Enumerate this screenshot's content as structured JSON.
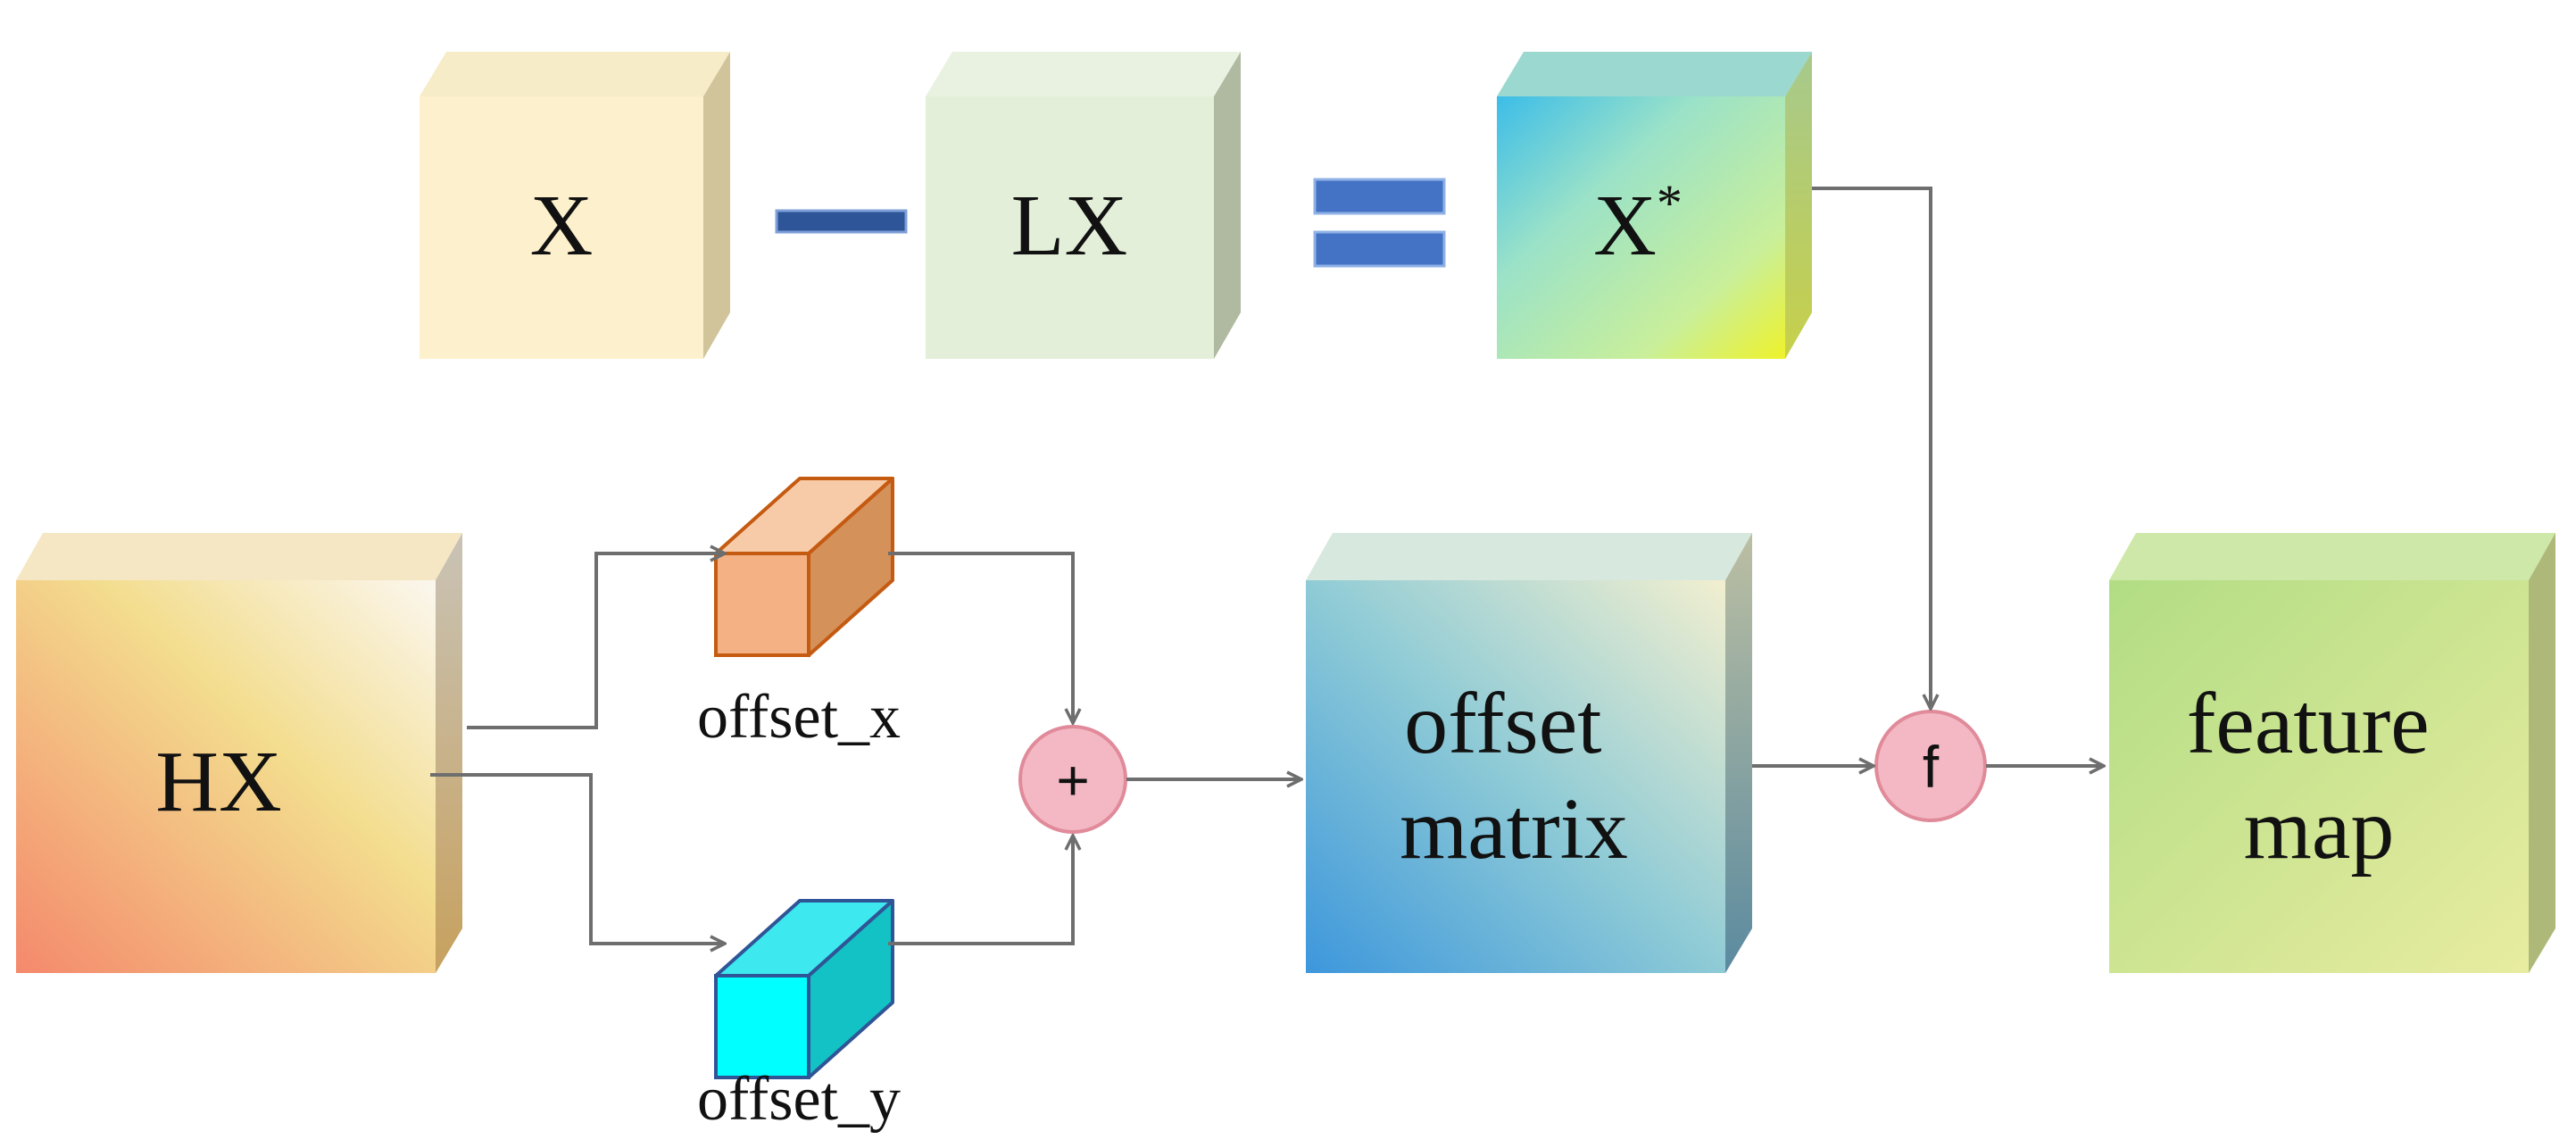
{
  "boxes": {
    "x": "X",
    "lx": "LX",
    "x_star": "X",
    "x_star_sup": "*",
    "hx": "HX",
    "offset_matrix": [
      "offset",
      "matrix"
    ],
    "feature_map": [
      "feature",
      "map"
    ]
  },
  "labels": {
    "offset_x": "offset_x",
    "offset_y": "offset_y"
  },
  "operators": {
    "plus": "+",
    "f": "f"
  },
  "colors": {
    "x_front": "#fdf0cc",
    "lx_front": "#e3efd9",
    "minus": "#2e5597",
    "equals": "#4472c4",
    "offset_x_bar": "#f4b183",
    "offset_x_stroke": "#c55a11",
    "offset_y_bar": "#00ffff",
    "offset_y_stroke": "#2f5597",
    "node_fill": "#f3b8c3",
    "node_stroke": "#e08a9a",
    "arrow": "#6e6e6e"
  }
}
